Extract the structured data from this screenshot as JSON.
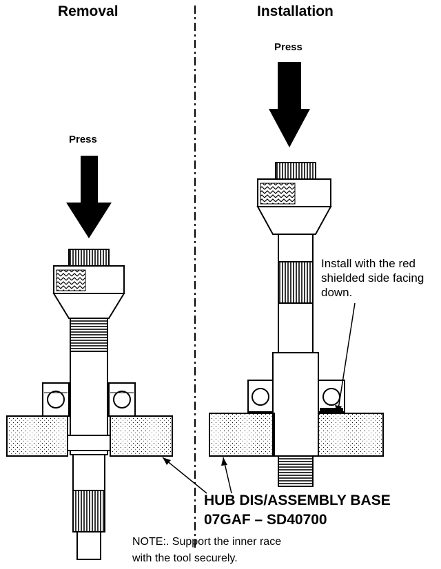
{
  "removal": {
    "title": "Removal",
    "press_label": "Press"
  },
  "installation": {
    "title": "Installation",
    "press_label": "Press",
    "instruction": "Install with the red shielded side facing down."
  },
  "tool": {
    "name": "HUB DIS/ASSEMBLY BASE",
    "part_number": "07GAF – SD40700"
  },
  "note": {
    "line1": "NOTE:. Support the inner race",
    "line2": "with the tool securely."
  }
}
